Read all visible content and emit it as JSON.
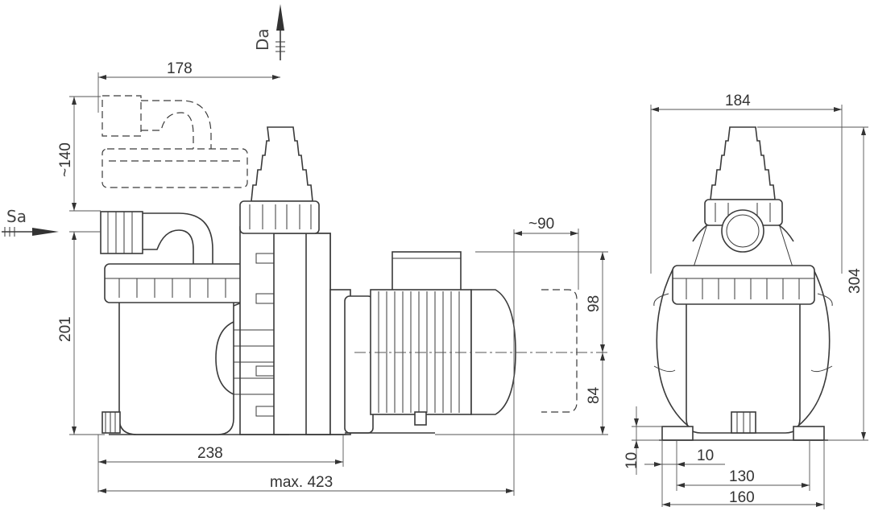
{
  "labels": {
    "discharge": "Da",
    "suction": "Sa"
  },
  "dimensions": {
    "d178": "178",
    "d140": "~140",
    "d201": "201",
    "d238": "238",
    "d423": "max. 423",
    "d90": "~90",
    "d98": "98",
    "d84": "84",
    "d184": "184",
    "d304": "304",
    "d10v": "10",
    "d10h": "10",
    "d130": "130",
    "d160": "160"
  }
}
